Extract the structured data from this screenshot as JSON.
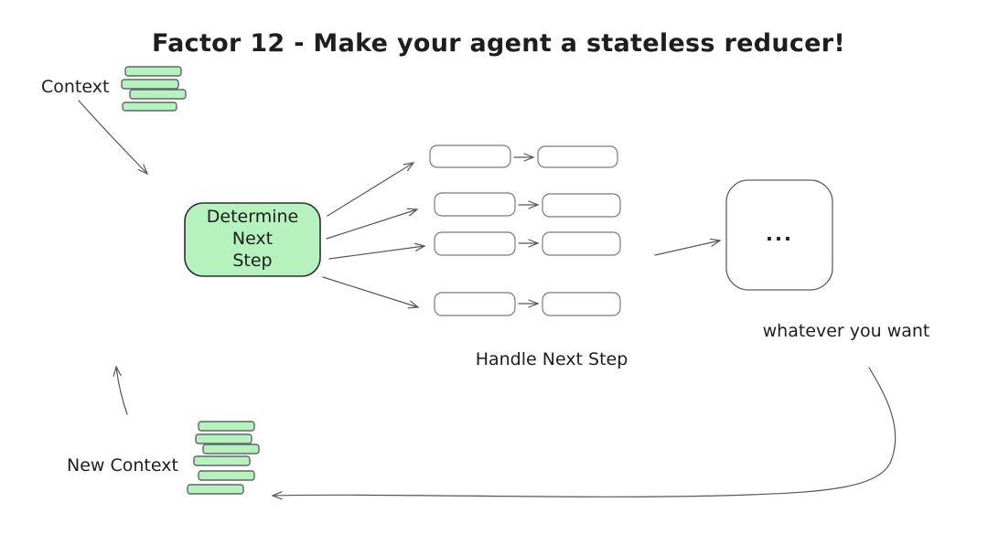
{
  "title": {
    "text": "Factor 12 - Make your agent a stateless reducer!",
    "color": "#2677c8"
  },
  "labels": {
    "context": "Context",
    "new_context": "New Context",
    "handle_next_step": "Handle Next Step",
    "whatever_you_want": "whatever you want",
    "ellipsis": "..."
  },
  "determine_box": {
    "line1": "Determine",
    "line2": "Next",
    "line3": "Step"
  },
  "colors": {
    "green_fill": "#b5f2bd",
    "green_stroke": "#60656a",
    "white_box_stroke": "#7a7a7a",
    "arrow": "#565656",
    "text": "#1e1e1e",
    "title_blue": "#2677c8",
    "background": "#ffffff"
  },
  "structure": {
    "context_stack_items": 4,
    "new_context_stack_items": 6,
    "handler_pair_rows": 4
  }
}
